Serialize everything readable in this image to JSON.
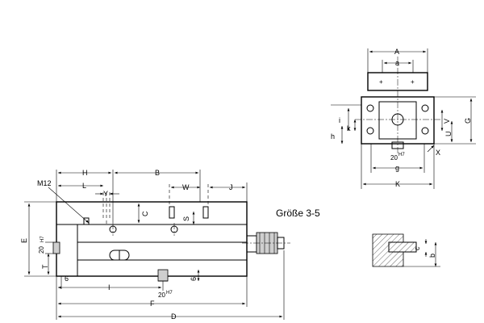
{
  "title": "Größe 3-5",
  "front_view": {
    "thread": "M12",
    "dims": {
      "H": "H",
      "B": "B",
      "L": "L",
      "Y": "Y",
      "W": "W",
      "J": "J",
      "C": "C",
      "S": "S",
      "E": "E",
      "T": "T",
      "I": "I",
      "F": "F",
      "D": "D",
      "six_left": "6",
      "six_bottom": "6",
      "twenty_left": "20",
      "twenty_bottom": "20",
      "tol": "H7"
    }
  },
  "end_view": {
    "dims": {
      "A": "A",
      "a": "a",
      "G": "G",
      "h": "h",
      "i": "i",
      "k": "k",
      "U": "U",
      "V": "V",
      "X": "X",
      "g": "g",
      "K": "K",
      "twenty": "20",
      "tol": "H7"
    }
  },
  "detail_view": {
    "dims": {
      "c": "c",
      "b": "b"
    }
  }
}
